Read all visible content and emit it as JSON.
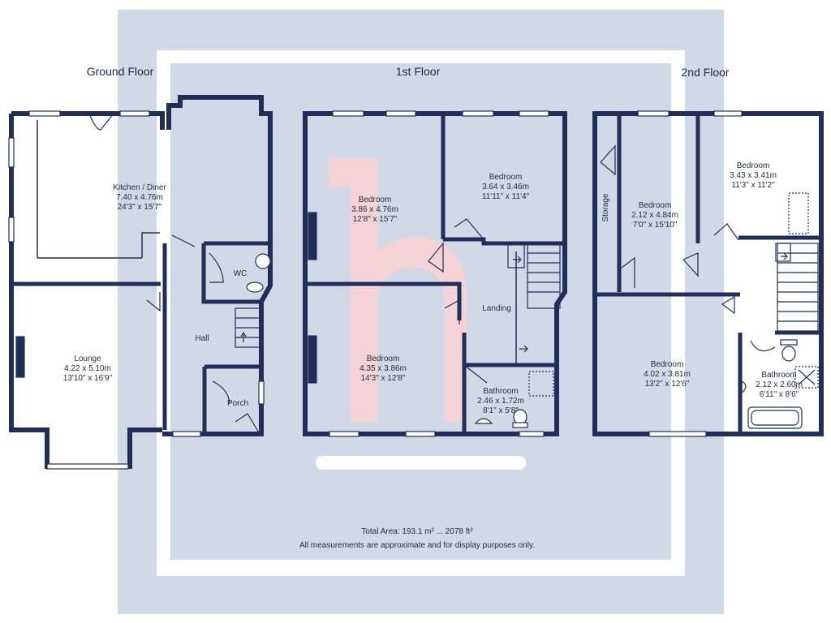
{
  "floors": {
    "ground": "Ground Floor",
    "first": "1st Floor",
    "second": "2nd Floor"
  },
  "rooms": {
    "kitchen": {
      "name": "Kitchen / Diner",
      "metric": "7.40 x 4.76m",
      "imperial": "24'3\" x 15'7\""
    },
    "lounge": {
      "name": "Lounge",
      "metric": "4.22 x 5.10m",
      "imperial": "13'10\" x 16'9\""
    },
    "wc": {
      "name": "WC"
    },
    "hall": {
      "name": "Hall"
    },
    "porch": {
      "name": "Porch"
    },
    "bed1_front": {
      "name": "Bedroom",
      "metric": "3.86 x 4.76m",
      "imperial": "12'8\" x 15'7\""
    },
    "bed1_back": {
      "name": "Bedroom",
      "metric": "3.64 x 3.46m",
      "imperial": "11'11\" x 11'4\""
    },
    "bed1_rear": {
      "name": "Bedroom",
      "metric": "4.35 x 3.86m",
      "imperial": "14'3\" x 12'8\""
    },
    "landing": {
      "name": "Landing"
    },
    "bath1": {
      "name": "Bathroom",
      "metric": "2.46 x 1.72m",
      "imperial": "8'1\" x 5'8\""
    },
    "storage": {
      "name": "Storage"
    },
    "bed2_small": {
      "name": "Bedroom",
      "metric": "2.12 x 4.84m",
      "imperial": "7'0\" x 15'10\""
    },
    "bed2_back": {
      "name": "Bedroom",
      "metric": "3.43 x 3.41m",
      "imperial": "11'3\" x 11'2\""
    },
    "bed2_front": {
      "name": "Bedroom",
      "metric": "4.02 x 3.81m",
      "imperial": "13'2\" x 12'6\""
    },
    "bath2": {
      "name": "Bathroom",
      "metric": "2.12 x 2.60m",
      "imperial": "6'11\" x 8'6\""
    }
  },
  "footer": {
    "total_area": "Total Area: 193.1 m² ... 2078 ft²",
    "disclaimer": "All measurements are approximate and for display purposes only."
  },
  "colors": {
    "wall": "#1f2f5a",
    "watermark_bg": "#c9d1e0",
    "watermark_logo": "#f7c9c9"
  }
}
